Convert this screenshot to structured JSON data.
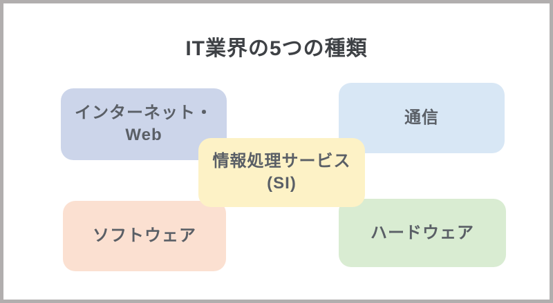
{
  "title": "IT業界の5つの種類",
  "boxes": {
    "internet_web": {
      "line1": "インターネット・",
      "line2": "Web",
      "bg": "#ccd5ea"
    },
    "telecom": {
      "label": "通信",
      "bg": "#d8e7f5"
    },
    "si": {
      "line1": "情報処理サービス",
      "line2": "(SI)",
      "bg": "#fdf2c6"
    },
    "software": {
      "label": "ソフトウェア",
      "bg": "#fbe0d1"
    },
    "hardware": {
      "label": "ハードウェア",
      "bg": "#d9ecd2"
    }
  },
  "colors": {
    "frame_border": "#b1aeae",
    "canvas_bg": "#ffffff",
    "title_text": "#3e4145",
    "box_text": "#5a5f66"
  }
}
